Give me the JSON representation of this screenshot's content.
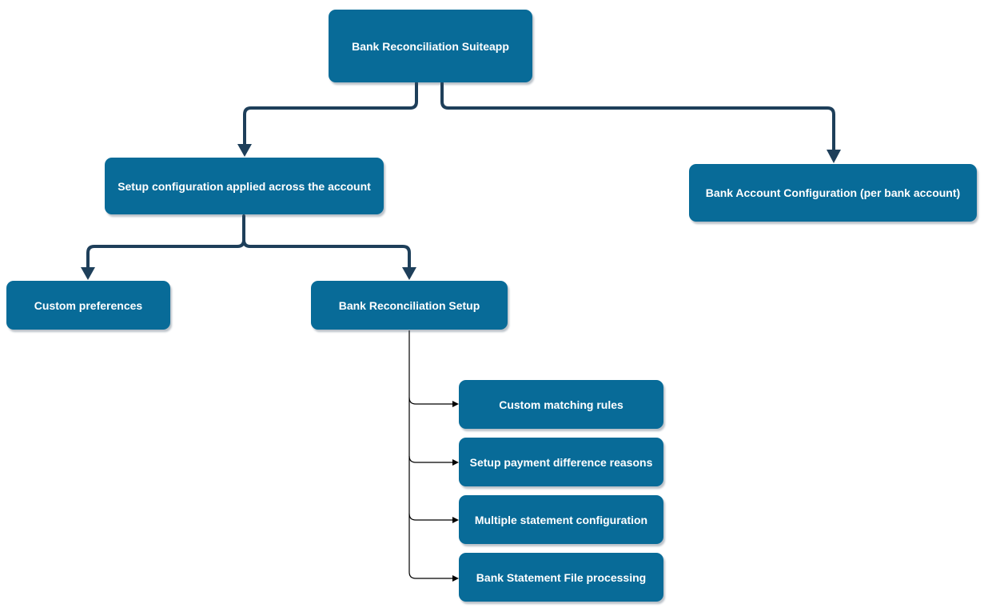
{
  "colors": {
    "node_fill": "#086b98",
    "node_text": "#ffffff",
    "thick_connector": "#1e3f5a",
    "thin_connector": "#000000"
  },
  "nodes": {
    "root": "Bank Reconciliation Suiteapp",
    "setup_config": "Setup configuration applied across the account",
    "bank_account_config": "Bank Account Configuration (per bank account)",
    "custom_preferences": "Custom preferences",
    "bank_rec_setup": "Bank Reconciliation Setup",
    "custom_matching_rules": "Custom matching rules",
    "payment_difference_reasons": "Setup payment difference reasons",
    "multiple_statement_config": "Multiple statement configuration",
    "bank_statement_file_processing": "Bank Statement File processing"
  }
}
